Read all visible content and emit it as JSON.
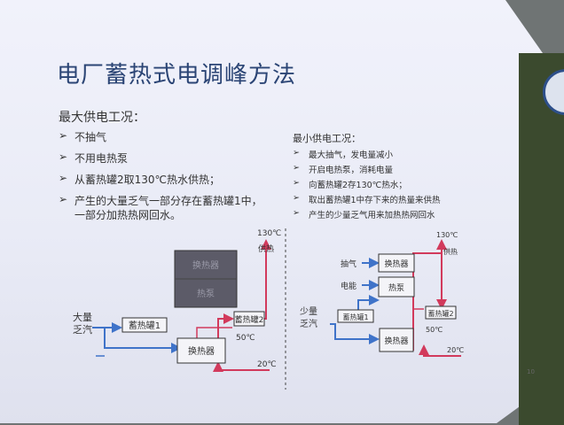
{
  "slide": {
    "title": "电厂蓄热式电调峰方法",
    "page_number": "10"
  },
  "max_supply": {
    "heading": "最大供电工况：",
    "items": [
      "不抽气",
      "不用电热泵",
      "从蓄热罐2取130℃热水供热；",
      "产生的大量乏气一部分存在蓄热罐1中，",
      "一部分加热热网回水。"
    ],
    "diagram": {
      "steam_label_1": "大量",
      "steam_label_2": "乏汽",
      "tank1": "蓄热罐1",
      "tank2": "蓄热罐2",
      "exchanger": "换热器",
      "heat_exchanger_dark": "换热器",
      "heat_pump_dark": "热泵",
      "temp_130": "130℃",
      "supply": "供热",
      "temp_50": "50℃",
      "temp_20": "20℃"
    }
  },
  "min_supply": {
    "heading": "最小供电工况：",
    "items": [
      "最大抽气，发电量减小",
      "开启电热泵，消耗电量",
      "向蓄热罐2存130℃热水；",
      "取出蓄热罐1中存下来的热量来供热",
      "产生的少量乏气用来加热热网回水"
    ],
    "diagram": {
      "extraction": "抽气",
      "electric": "电能",
      "exchanger_top": "换热器",
      "heat_pump": "热泵",
      "steam_label_1": "少量",
      "steam_label_2": "乏汽",
      "tank1": "蓄热罐1",
      "tank2": "蓄热罐2",
      "exchanger_bottom": "换热器",
      "temp_130": "130℃",
      "supply": "供热",
      "temp_50": "50℃",
      "temp_20": "20℃"
    }
  },
  "colors": {
    "title": "#2b4575",
    "hot_pipe": "#d23a5c",
    "cold_pipe": "#3f73c9",
    "dark_box": "#5c5b68"
  },
  "icons": {
    "bullet": "arrow-bullet-icon"
  }
}
